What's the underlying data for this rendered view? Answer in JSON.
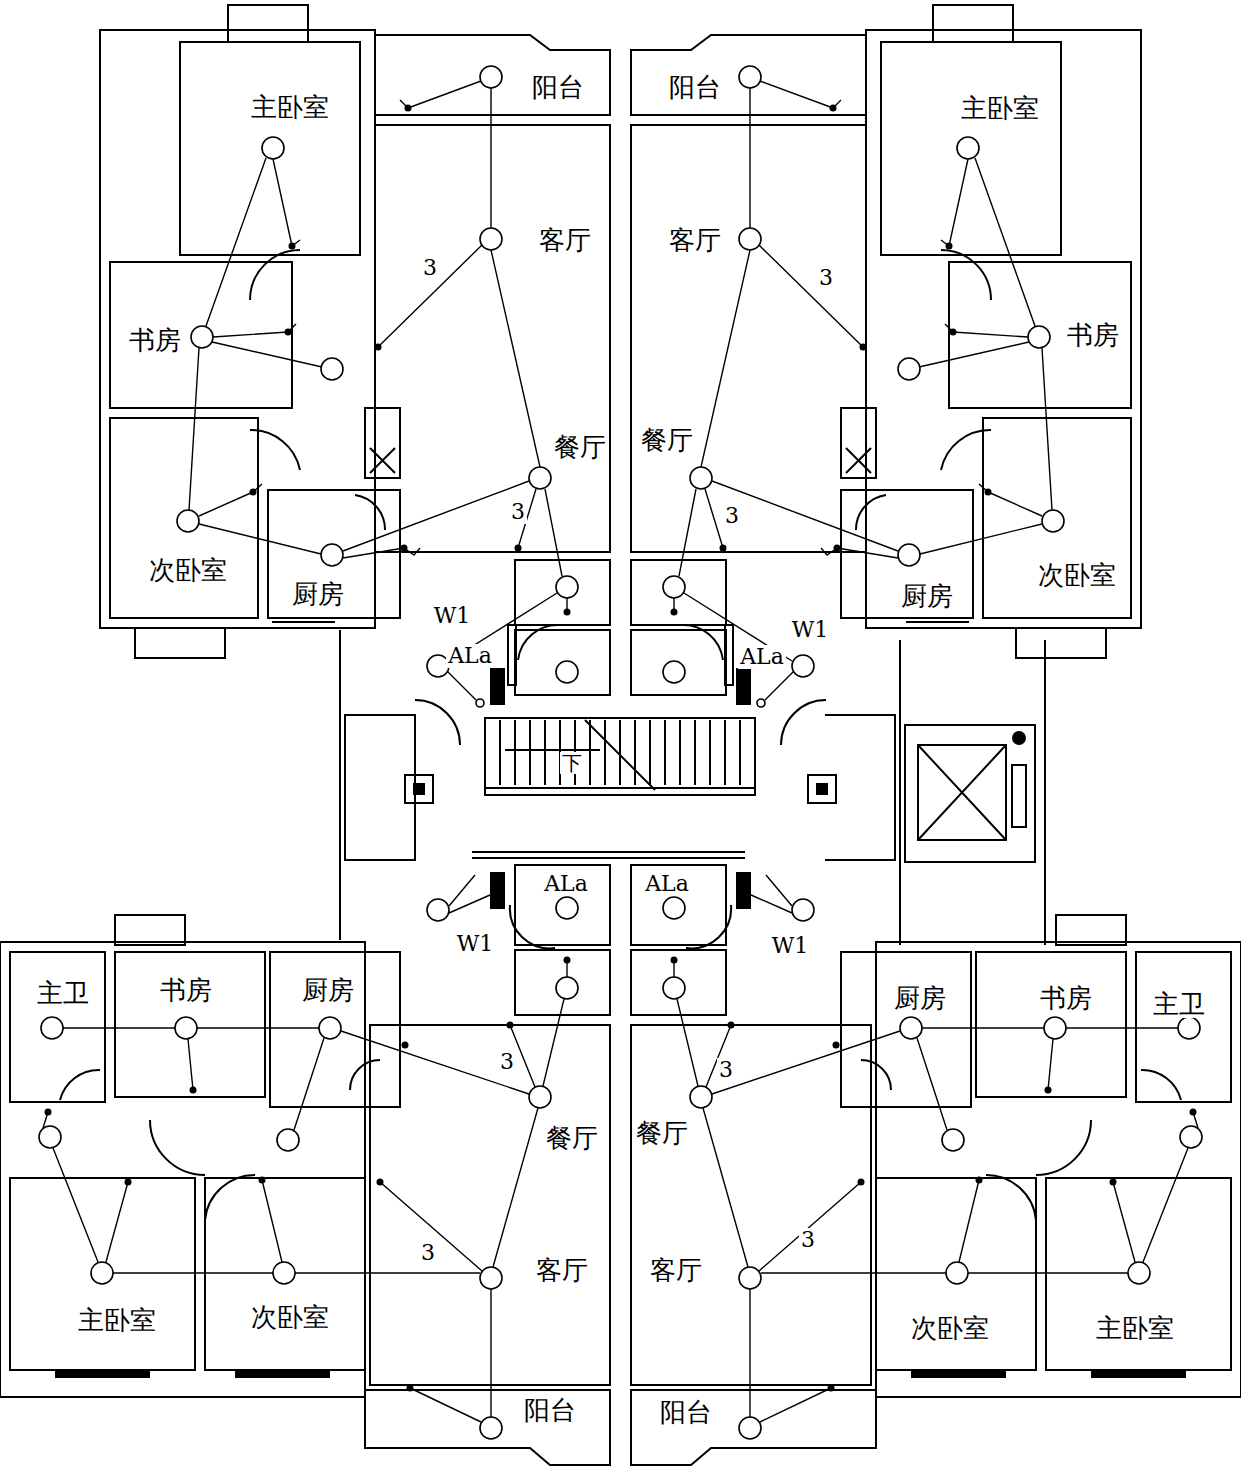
{
  "diagram": {
    "labels": [
      "主卧室",
      "阳台",
      "阳台",
      "主卧室",
      "客厅",
      "客厅",
      "3",
      "3",
      "书房",
      "书房",
      "餐厅",
      "餐厅",
      "3",
      "3",
      "次卧室",
      "厨房",
      "厨房",
      "次卧室",
      "W1",
      "W1",
      "ALa",
      "ALa",
      "下",
      "ALa",
      "ALa",
      "W1",
      "W1",
      "主卫",
      "书房",
      "厨房",
      "厨房",
      "书房",
      "主卫",
      "3",
      "3",
      "餐厅",
      "餐厅",
      "3",
      "3",
      "客厅",
      "客厅",
      "主卧室",
      "次卧室",
      "次卧室",
      "主卧室",
      "阳台",
      "阳台"
    ]
  }
}
